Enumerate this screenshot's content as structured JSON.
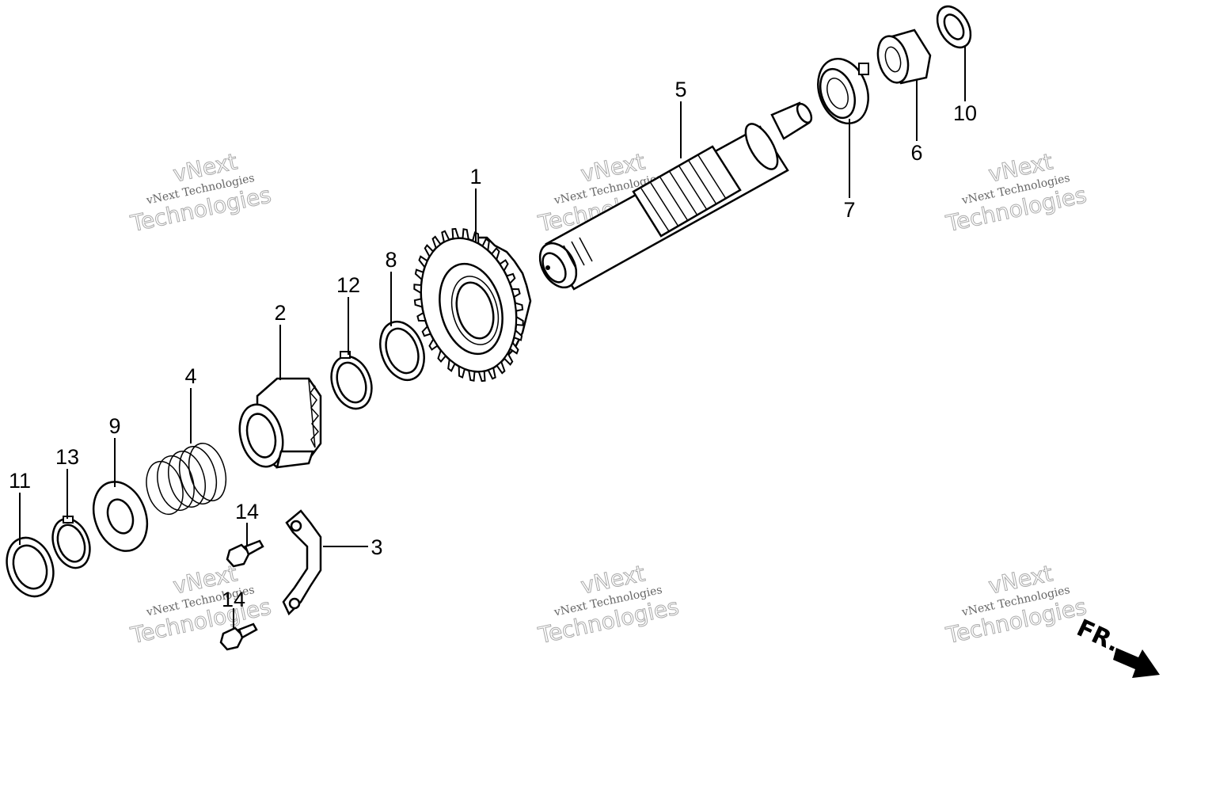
{
  "diagram": {
    "callouts": [
      {
        "id": "1",
        "label": "1"
      },
      {
        "id": "2",
        "label": "2"
      },
      {
        "id": "3",
        "label": "3"
      },
      {
        "id": "4",
        "label": "4"
      },
      {
        "id": "5",
        "label": "5"
      },
      {
        "id": "6",
        "label": "6"
      },
      {
        "id": "7",
        "label": "7"
      },
      {
        "id": "8",
        "label": "8"
      },
      {
        "id": "9",
        "label": "9"
      },
      {
        "id": "10",
        "label": "10"
      },
      {
        "id": "11",
        "label": "11"
      },
      {
        "id": "12",
        "label": "12"
      },
      {
        "id": "13",
        "label": "13"
      },
      {
        "id": "14a",
        "label": "14"
      },
      {
        "id": "14b",
        "label": "14"
      }
    ],
    "watermark": {
      "line1": "vNext",
      "line2": "vNext Technologies",
      "line3": "Technologies"
    },
    "direction_label": "FR."
  }
}
